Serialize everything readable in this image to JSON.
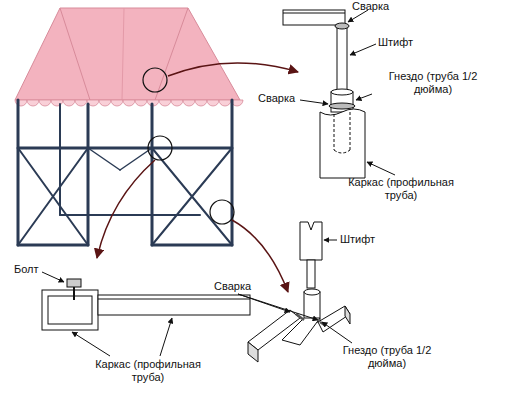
{
  "diagram": {
    "labels": [
      "Сварка",
      "Штифт",
      "Гнездо (труба 1/2 дюйма)",
      "Сварка",
      "Каркас (профильная труба)",
      "Штифт",
      "Болт",
      "Сварка",
      "Гнездо (труба 1/2 дюйма)",
      "Каркас (профильная труба)"
    ]
  }
}
